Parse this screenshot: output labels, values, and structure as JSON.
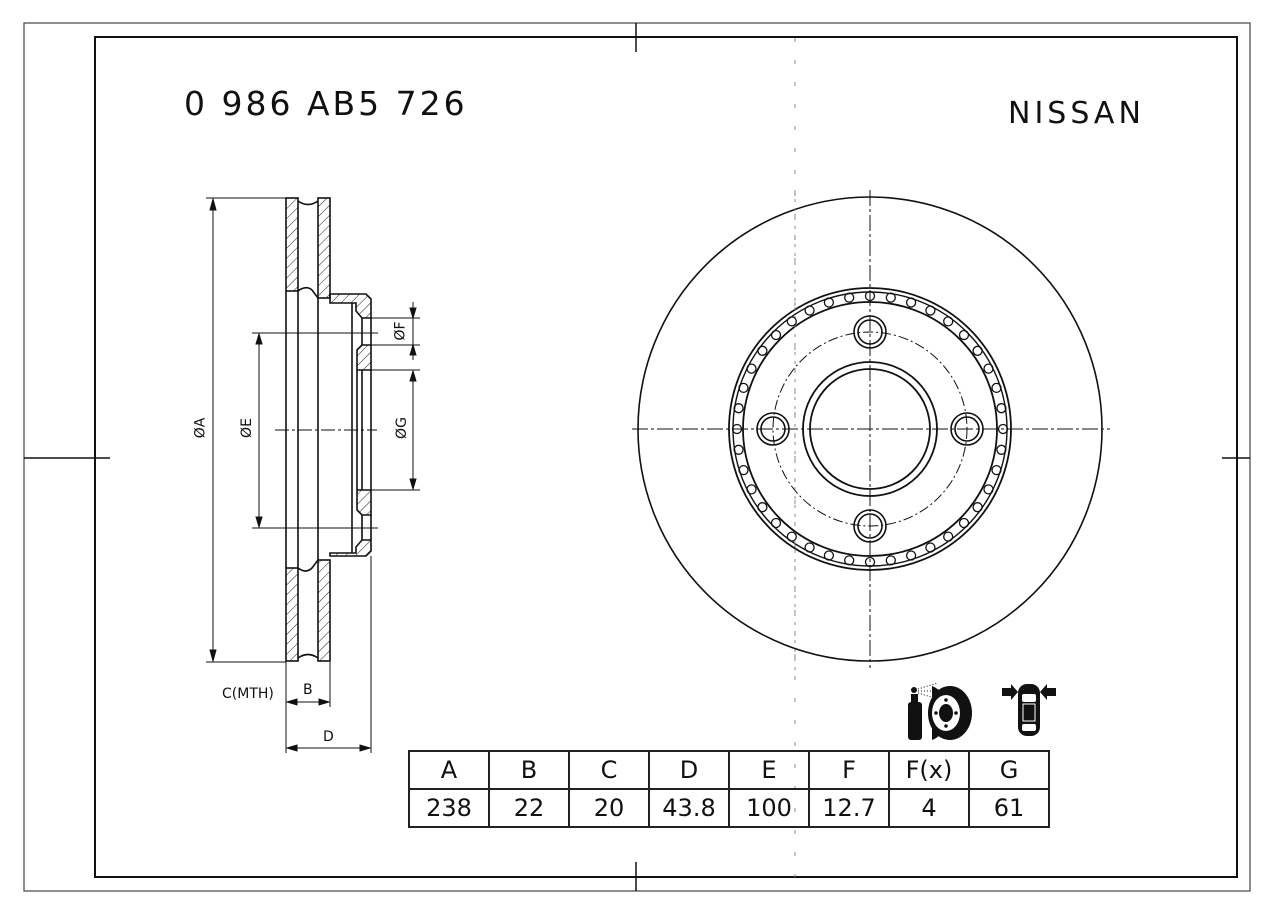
{
  "header": {
    "part_number": "0 986 AB5 726",
    "brand": "NISSAN"
  },
  "section_view": {
    "labels": {
      "dia_a": "ØA",
      "dia_e": "ØE",
      "dia_f": "ØF",
      "dia_g": "ØG",
      "c_mth": "C(MTH)",
      "b": "B",
      "d": "D"
    }
  },
  "front_view": {
    "bolt_holes": 4,
    "type": "ventilated"
  },
  "icons": [
    {
      "name": "brake-cleaner-spray-disc-icon"
    },
    {
      "name": "car-front-axle-icon"
    }
  ],
  "spec_table": {
    "headers": [
      "A",
      "B",
      "C",
      "D",
      "E",
      "F",
      "F(x)",
      "G"
    ],
    "values": [
      "238",
      "22",
      "20",
      "43.8",
      "100",
      "12.7",
      "4",
      "61"
    ]
  },
  "colors": {
    "line": "#111111",
    "background": "#ffffff"
  }
}
